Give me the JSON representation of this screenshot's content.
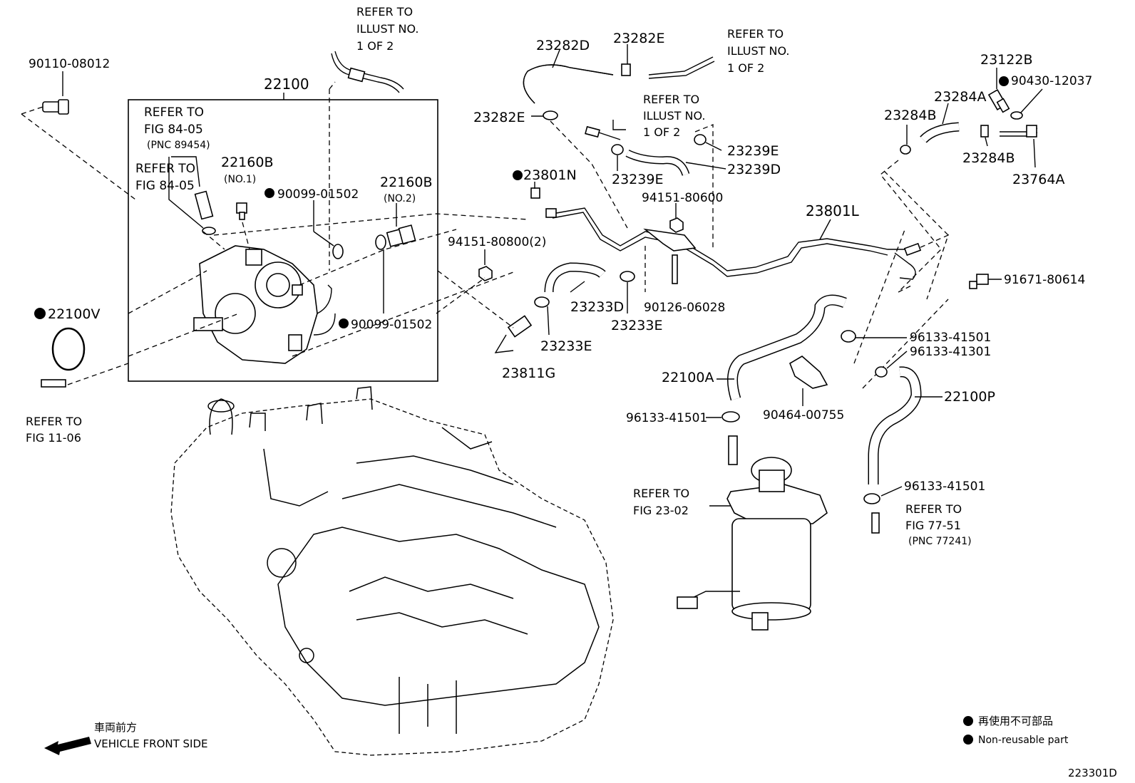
{
  "labels": {
    "p90110": "90110-08012",
    "p22100": "22100",
    "ref_illust_top_1": "REFER TO",
    "ref_illust_top_2": "ILLUST NO.",
    "ref_illust_top_3": "1 OF 2",
    "ref_fig8405a_1": "REFER TO",
    "ref_fig8405a_2": "FIG 84-05",
    "ref_fig8405a_3": "(PNC 89454)",
    "ref_fig8405b_1": "REFER TO",
    "ref_fig8405b_2": "FIG 84-05",
    "p22160b_1": "22160B",
    "p22160b_1_sub": "(NO.1)",
    "p90099_01502_a": "90099-01502",
    "p22160b_2": "22160B",
    "p22160b_2_sub": "(NO.2)",
    "p94151_80800": "94151-80800(2)",
    "p90099_01502_b": "90099-01502",
    "p22100v": "22100V",
    "ref_fig1106_1": "REFER TO",
    "ref_fig1106_2": "FIG 11-06",
    "p23282d": "23282D",
    "p23282e_top": "23282E",
    "ref_illust_mid_1": "REFER TO",
    "ref_illust_mid_2": "ILLUST NO.",
    "ref_illust_mid_3": "1 OF 2",
    "p23282e_left": "23282E",
    "ref_illust_c_1": "REFER TO",
    "ref_illust_c_2": "ILLUST NO.",
    "ref_illust_c_3": "1 OF 2",
    "p23239e_right": "23239E",
    "p23239e_left": "23239E",
    "p23239d": "23239D",
    "p23801n": "23801N",
    "p94151_80600": "94151-80600",
    "p23801l": "23801L",
    "p23233d": "23233D",
    "p90126_06028": "90126-06028",
    "p23233e_right": "23233E",
    "p23233e_left": "23233E",
    "p23811g": "23811G",
    "p23122b": "23122B",
    "p90430_12037": "90430-12037",
    "p23284a": "23284A",
    "p23284b_left": "23284B",
    "p23284b_right": "23284B",
    "p23764a": "23764A",
    "p91671_80614": "91671-80614",
    "p96133_41501_a": "96133-41501",
    "p96133_41301": "96133-41301",
    "p22100a": "22100A",
    "p22100p": "22100P",
    "p96133_41501_b": "96133-41501",
    "p90464_00755": "90464-00755",
    "ref_fig2302_1": "REFER TO",
    "ref_fig2302_2": "FIG 23-02",
    "p96133_41501_c": "96133-41501",
    "ref_fig7751_1": "REFER TO",
    "ref_fig7751_2": "FIG 77-51",
    "ref_fig7751_3": "(PNC 77241)",
    "front_jp": "車両前方",
    "front_en": "VEHICLE FRONT SIDE",
    "legend_jp": "再使用不可部品",
    "legend_en": "Non-reusable part",
    "figure_id": "223301D"
  }
}
